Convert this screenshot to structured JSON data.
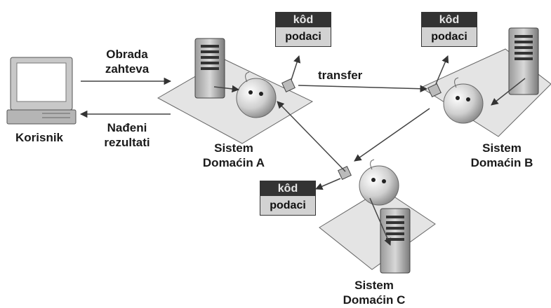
{
  "user_label": "Korisnik",
  "request_label": "Obrada zahteva",
  "results_label": "Nađeni rezultati",
  "transfer_label": "transfer",
  "code_label": "kôd",
  "data_label": "podaci",
  "hosts": [
    {
      "line1": "Sistem",
      "line2": "Domaćin A"
    },
    {
      "line1": "Sistem",
      "line2": "Domaćin B"
    },
    {
      "line1": "Sistem",
      "line2": "Domaćin C"
    }
  ],
  "colors": {
    "line": "#444444",
    "code_bg": "#333333",
    "data_bg": "#d2d2d2",
    "plane": "#dcdcdc"
  }
}
